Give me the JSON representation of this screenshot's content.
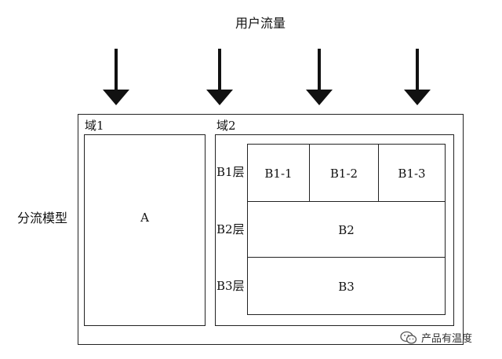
{
  "title": "用户流量",
  "model_label": "分流模型",
  "domain1": {
    "label": "域1",
    "content": "A"
  },
  "domain2": {
    "label": "域2",
    "layers": [
      {
        "label": "B1层",
        "cells": [
          "B1-1",
          "B1-2",
          "B1-3"
        ]
      },
      {
        "label": "B2层",
        "cells": [
          "B2"
        ]
      },
      {
        "label": "B3层",
        "cells": [
          "B3"
        ]
      }
    ]
  },
  "watermark": {
    "text": "产品有温度",
    "icon": "wechat-icon"
  },
  "colors": {
    "line": "#222222",
    "arrow": "#111111",
    "text": "#111111"
  }
}
